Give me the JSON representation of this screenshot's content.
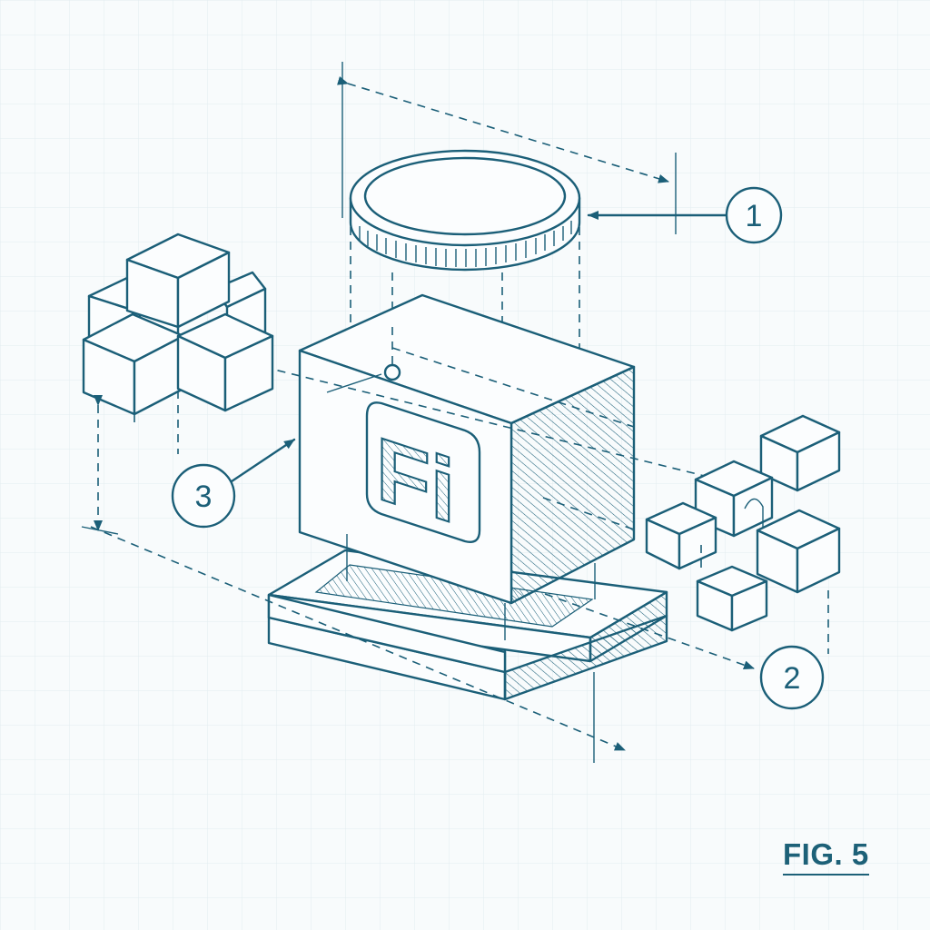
{
  "figure": {
    "label": "FIG. 5",
    "logo_text": "Fi"
  },
  "callouts": [
    {
      "id": "callout-1",
      "text": "1"
    },
    {
      "id": "callout-2",
      "text": "2"
    },
    {
      "id": "callout-3",
      "text": "3"
    }
  ],
  "colors": {
    "ink": "#1b5f78",
    "paper": "#f8fbfc",
    "grid": "#dde9ee"
  },
  "icons": [
    "coin-icon",
    "cube-icon",
    "fi-logo-icon",
    "dimension-arrow-icon"
  ]
}
